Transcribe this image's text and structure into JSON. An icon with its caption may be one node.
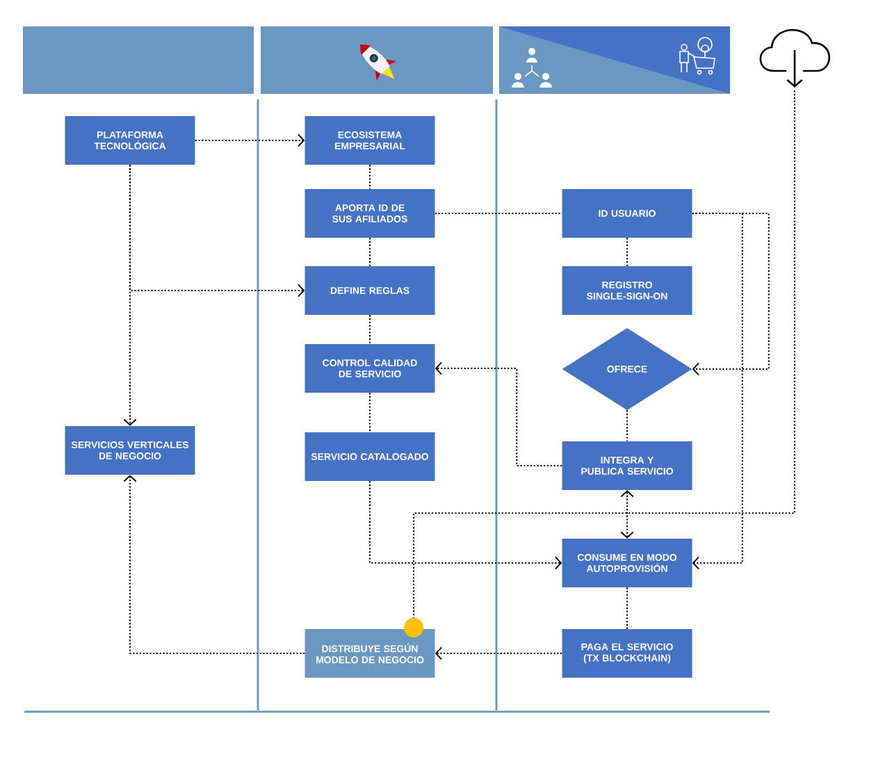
{
  "diagram": {
    "nodes": [
      {
        "text": [
          "PLATAFORMA TECNOLÓGICA"
        ]
      },
      {
        "text": [
          "ECOSISTEMA EMPRESARIAL"
        ]
      },
      {
        "text": [
          "APORTA ID DE SUS AFILIADOS"
        ]
      },
      {
        "text": [
          "DEFINE REGLAS"
        ]
      },
      {
        "text": [
          "CONTROL CALIDAD DE SERVICIO"
        ]
      },
      {
        "text": [
          "SERVICIO CATALOGADO"
        ]
      },
      {
        "text": [
          "SERVICIOS VERTICALES DE NEGOCIO"
        ]
      },
      {
        "text": [
          "ID  USUARIO"
        ]
      },
      {
        "text": [
          "REGISTRO SINGLE-SIGN-ON"
        ]
      },
      {
        "text": [
          "OFRECE"
        ]
      },
      {
        "text": [
          "INTEGRA Y PUBLICA SERVICIO"
        ]
      },
      {
        "text": [
          "CONSUME EN MODO AUTOPROVISIÓN"
        ]
      },
      {
        "text": [
          "DISTRIBUYE SEGÚN  MODELO DE NEGOCIO"
        ]
      },
      {
        "text": [
          "PAGA EL SERVICIO (TX BLOCKCHAIN)"
        ]
      },
      {
        "text": [],
        "shape": "cloud"
      },
      {
        "text": [],
        "shape": "circle"
      }
    ],
    "edges": [
      {
        "from": 0,
        "to": 1,
        "arrow": "to"
      },
      {
        "from": 0,
        "to": 6,
        "arrow": "to"
      },
      {
        "from": 0,
        "to": 3,
        "arrow": "to"
      },
      {
        "from": 1,
        "to": 2,
        "arrow": "none"
      },
      {
        "from": 2,
        "to": 3,
        "arrow": "none"
      },
      {
        "from": 3,
        "to": 4,
        "arrow": "none"
      },
      {
        "from": 4,
        "to": 5,
        "arrow": "none"
      },
      {
        "from": 2,
        "to": 7,
        "arrow": "none"
      },
      {
        "from": 7,
        "to": 8,
        "arrow": "none"
      },
      {
        "from": 7,
        "to": 9,
        "arrow": "to"
      },
      {
        "from": 7,
        "to": 11,
        "arrow": "to"
      },
      {
        "from": 9,
        "to": 10,
        "arrow": "none"
      },
      {
        "from": 10,
        "to": 4,
        "arrow": "to"
      },
      {
        "from": 5,
        "to": 11,
        "arrow": "to"
      },
      {
        "from": 11,
        "to": 10,
        "arrow": "both"
      },
      {
        "from": 14,
        "to": 15,
        "arrow": "none"
      },
      {
        "from": 13,
        "to": 12,
        "arrow": "to"
      },
      {
        "from": 12,
        "to": 6,
        "arrow": "to"
      },
      {
        "from": 11,
        "to": 13,
        "arrow": "none"
      }
    ]
  }
}
